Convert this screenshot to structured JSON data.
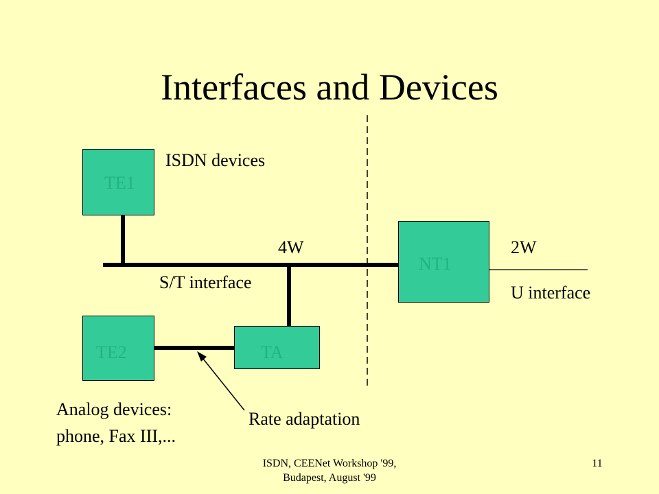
{
  "slide": {
    "title": "Interfaces and Devices",
    "labels": {
      "isdn_devices": "ISDN devices",
      "four_wire": "4W",
      "two_wire": "2W",
      "st_interface": "S/T interface",
      "u_interface": "U interface",
      "analog_devices_line1": "Analog devices:",
      "analog_devices_line2": "phone, Fax III,...",
      "rate_adaptation": "Rate adaptation"
    },
    "devices": {
      "te1": "TE1",
      "te2": "TE2",
      "ta": "TA",
      "nt1": "NT1"
    },
    "footer": {
      "line1": "ISDN, CEENet Workshop '99,",
      "line2": "Budapest, August '99",
      "page_number": "11"
    },
    "colors": {
      "background": "#ffffc0",
      "device_fill": "#33cc99",
      "device_label": "#22b380"
    }
  }
}
